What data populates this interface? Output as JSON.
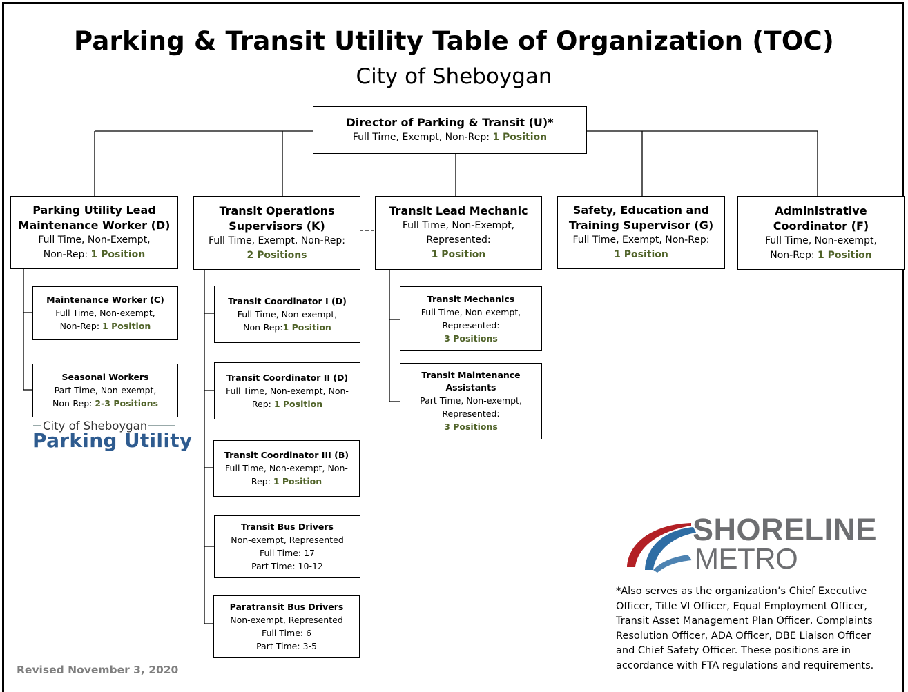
{
  "header": {
    "title": "Parking & Transit Utility Table of Organization (TOC)",
    "subtitle": "City of Sheboygan"
  },
  "director": {
    "title": "Director of Parking & Transit (U)*",
    "desc": "Full Time, Exempt, Non-Rep:",
    "positions": "1 Position"
  },
  "parking_lead": {
    "title": "Parking Utility Lead\nMaintenance Worker (D)",
    "desc": "Full Time, Non-Exempt,\nNon-Rep:",
    "positions": "1 Position"
  },
  "ops_supervisors": {
    "title": "Transit Operations\nSupervisors (K)",
    "desc": "Full Time, Exempt, Non-Rep:",
    "positions": "2 Positions"
  },
  "lead_mechanic": {
    "title": "Transit Lead Mechanic",
    "desc": "Full Time, Non-Exempt,\nRepresented:",
    "positions": "1 Position"
  },
  "safety_supervisor": {
    "title": "Safety, Education and\nTraining Supervisor (G)",
    "desc": "Full Time, Exempt, Non-Rep:",
    "positions": "1 Position"
  },
  "admin_coordinator": {
    "title": "Administrative\nCoordinator (F)",
    "desc": "Full Time, Non-exempt,\nNon-Rep:",
    "positions": "1 Position"
  },
  "maintenance_worker": {
    "title": "Maintenance Worker (C)",
    "desc": "Full Time, Non-exempt,\nNon-Rep:",
    "positions": "1 Position"
  },
  "seasonal_workers": {
    "title": "Seasonal Workers",
    "desc": "Part Time, Non-exempt,\nNon-Rep:",
    "positions": "2-3 Positions"
  },
  "coordinator_1": {
    "title": "Transit Coordinator I (D)",
    "desc": "Full Time, Non-exempt,\nNon-Rep:",
    "positions": "1 Position"
  },
  "coordinator_2": {
    "title": "Transit Coordinator II (D)",
    "desc": "Full Time, Non-exempt, Non-\nRep:",
    "positions": "1 Position"
  },
  "coordinator_3": {
    "title": "Transit Coordinator III (B)",
    "desc": "Full Time, Non-exempt, Non-\nRep:",
    "positions": "1 Position"
  },
  "bus_drivers": {
    "title": "Transit Bus Drivers",
    "desc": "Non-exempt, Represented\nFull Time: 17\nPart Time: 10-12"
  },
  "paratransit_drivers": {
    "title": "Paratransit Bus Drivers",
    "desc": "Non-exempt, Represented\nFull Time: 6\nPart Time: 3-5"
  },
  "mechanics": {
    "title": "Transit Mechanics",
    "desc": "Full Time, Non-exempt,\nRepresented:",
    "positions": "3 Positions"
  },
  "maintenance_assistants": {
    "title": "Transit Maintenance\nAssistants",
    "desc": "Part Time, Non-exempt,\nRepresented:",
    "positions": "3 Positions"
  },
  "parking_logo": {
    "small": "City of Sheboygan",
    "big": "Parking Utility"
  },
  "shoreline_logo": {
    "line1": "SHORELINE",
    "line2": "METRO",
    "colors": {
      "red": "#b32025",
      "blue": "#2e6da4",
      "gray": "#6d6e71"
    }
  },
  "footnote": "*Also serves as the organization’s Chief Executive\nOfficer, Title VI Officer, Equal Employment Officer,\nTransit Asset Management Plan Officer, Complaints\nResolution Officer, ADA Officer, DBE Liaison Officer\nand Chief Safety Officer.  These positions are in\naccordance with FTA regulations and requirements.",
  "revised": "Revised November 3, 2020",
  "colors": {
    "position_green": "#4f6228",
    "parking_blue": "#2e5b8f",
    "revised_gray": "#7f7f7f"
  }
}
